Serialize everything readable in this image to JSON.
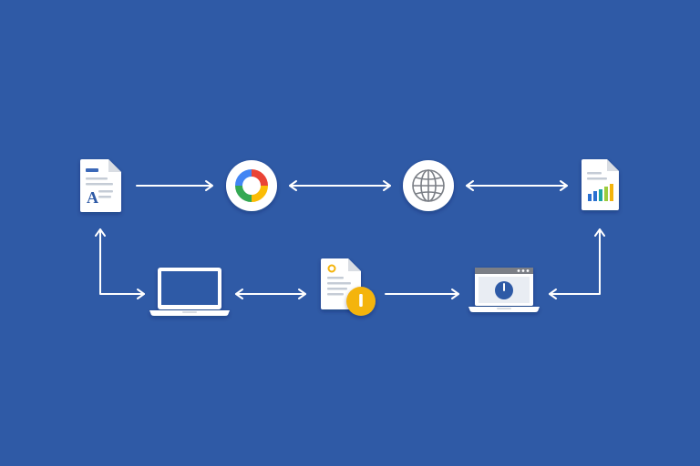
{
  "diagram": {
    "colors": {
      "background": "#2f5aa6",
      "connector": "#ffffff",
      "card": "#ffffff",
      "page_fold": "#d9dde3",
      "text_line": "#c5ccd6",
      "doc_header": "#3a67b8",
      "letter_accent": "#2f5aa6",
      "badge": "#f4b40d",
      "badge_mark": "#ffffff",
      "screen": "#e9edf3",
      "gauge": "#2f5aa6",
      "globe_line": "#7b7f86",
      "chart_bars": [
        "#2c6fd1",
        "#2c6fd1",
        "#1aa5a0",
        "#9ccc3c",
        "#f4b40d"
      ],
      "donut": [
        "#ea4335",
        "#fbbc05",
        "#34a853",
        "#4285f4"
      ]
    },
    "nodes": [
      {
        "id": "text-document",
        "icon": "text-document-icon",
        "glyph": "A"
      },
      {
        "id": "color-wheel",
        "icon": "color-wheel-icon"
      },
      {
        "id": "globe",
        "icon": "globe-icon"
      },
      {
        "id": "chart-report",
        "icon": "chart-report-icon"
      },
      {
        "id": "laptop",
        "icon": "laptop-icon"
      },
      {
        "id": "alert-document",
        "icon": "alert-document-icon"
      },
      {
        "id": "dashboard-laptop",
        "icon": "dashboard-laptop-icon"
      }
    ],
    "connections": [
      {
        "from": "text-document",
        "to": "color-wheel",
        "direction": "forward"
      },
      {
        "from": "color-wheel",
        "to": "globe",
        "direction": "both"
      },
      {
        "from": "globe",
        "to": "chart-report",
        "direction": "both"
      },
      {
        "from": "text-document",
        "to": "laptop",
        "direction": "both"
      },
      {
        "from": "laptop",
        "to": "alert-document",
        "direction": "both"
      },
      {
        "from": "alert-document",
        "to": "dashboard-laptop",
        "direction": "forward"
      },
      {
        "from": "dashboard-laptop",
        "to": "chart-report",
        "direction": "both"
      }
    ]
  }
}
